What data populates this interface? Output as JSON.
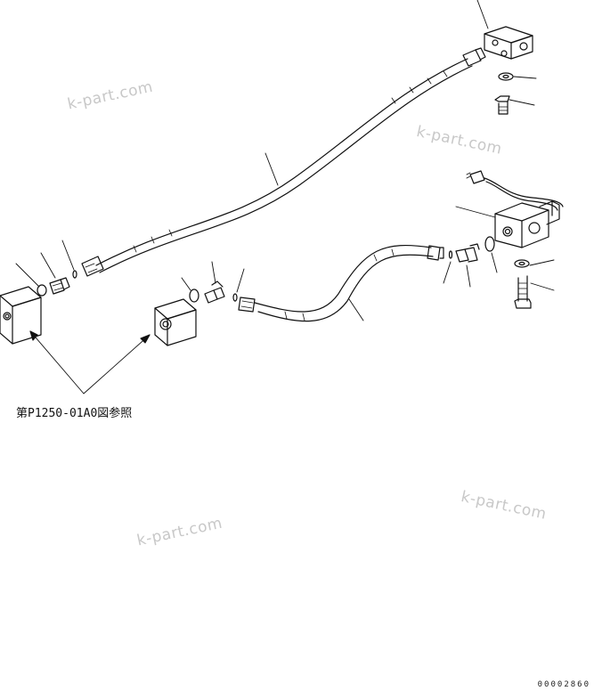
{
  "watermarks": [
    "k-part.com",
    "k-part.com",
    "k-part.com",
    "k-part.com"
  ],
  "reference_note": "第P1250-01A0図参照",
  "document_number": "00002860",
  "colors": {
    "line": "#111111",
    "watermark": "#c8c8c8",
    "background": "#ffffff"
  }
}
